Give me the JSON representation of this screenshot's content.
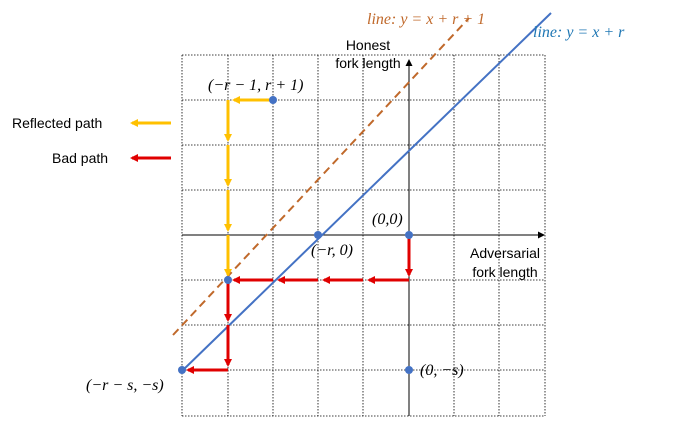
{
  "axes": {
    "y_label_line1": "Honest",
    "y_label_line2": "fork length",
    "x_label_line1": "Adversarial",
    "x_label_line2": "fork length"
  },
  "lines": {
    "upper_label": "line: y = x + r + 1",
    "lower_label": "line: y = x + r",
    "upper_color": "#C0692B",
    "lower_color": "#4472C4"
  },
  "legend": {
    "reflected": "Reflected path",
    "bad": "Bad path",
    "reflected_color": "#FFC000",
    "bad_color": "#E00000"
  },
  "points": {
    "start_top": "(−r − 1, r + 1)",
    "origin": "(0,0)",
    "neg_r": "(−r, 0)",
    "zero_neg_s": "(0, −s)",
    "end": "(−r − s, −s)"
  },
  "colors": {
    "point": "#4472C4"
  }
}
